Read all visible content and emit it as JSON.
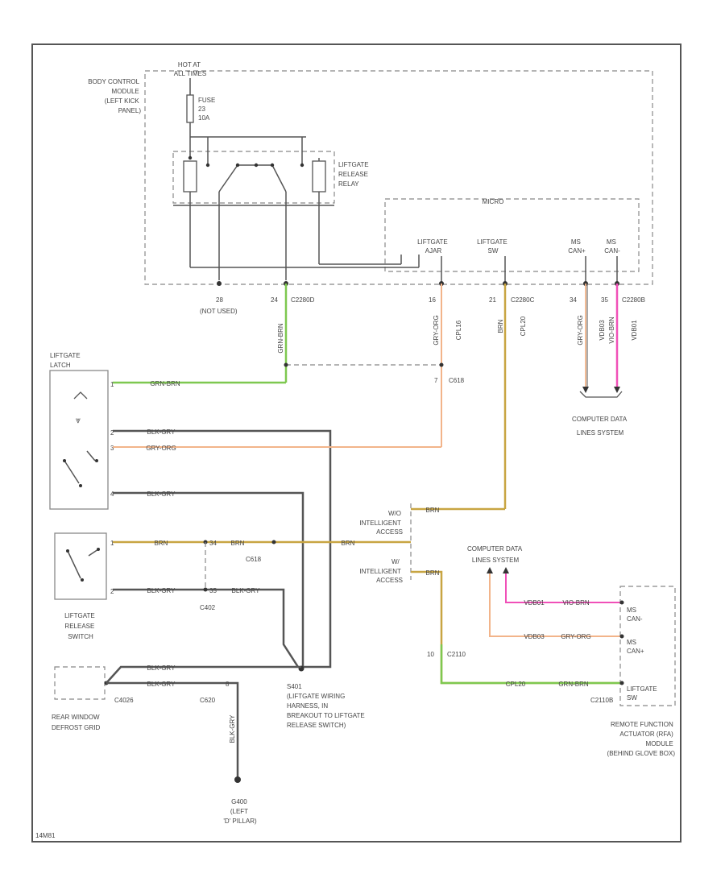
{
  "colors": {
    "green": "#7ec850",
    "orange": "#f2b48a",
    "tan": "#c8a542",
    "pink": "#f050b8",
    "gray": "#555555"
  },
  "labels": {
    "bcm": [
      "BODY CONTROL",
      "MODULE",
      "(LEFT KICK",
      "PANEL)"
    ],
    "hot": [
      "HOT AT",
      "ALL TIMES"
    ],
    "fuse": [
      "FUSE",
      "23",
      "10A"
    ],
    "relay": [
      "LIFTGATE",
      "RELEASE",
      "RELAY"
    ],
    "micro": "MICRO",
    "pin_liftgate_ajar": [
      "LIFTGATE",
      "AJAR"
    ],
    "pin_liftgate_sw": [
      "LIFTGATE",
      "SW"
    ],
    "pin_ms_can_h": [
      "MS",
      "CAN+"
    ],
    "pin_ms_can_l": [
      "MS",
      "CAN-"
    ],
    "pin28": "28",
    "not_used": "(NOT USED)",
    "pin24": "24",
    "c2280d": "C2280D",
    "pin16": "16",
    "pin21": "21",
    "c2280c": "C2280C",
    "pin34": "34",
    "pin35": "35",
    "c2280b": "C2280B",
    "wire_grn_brn": "GRN-BRN",
    "wire_ajar_v": "GRY-ORG",
    "wire_ajar_v2": "CPL16",
    "wire_sw_v": "BRN",
    "wire_sw_v2": "CPL20",
    "wire_can_l": "GRY-ORG",
    "wire_can_l2": "VDB03",
    "wire_can_h": "VIO-BRN",
    "wire_can_h2": "VDB01",
    "pin7": "7",
    "c618": "C618",
    "cdl": [
      "COMPUTER DATA",
      "LINES SYSTEM"
    ],
    "latch": [
      "LIFTGATE",
      "LATCH"
    ],
    "latch_pin1": "1",
    "latch_pin2": "2",
    "latch_pin3": "3",
    "latch_pin4": "4",
    "w_latch1": "GRN-BRN",
    "w_latch2": "BLK-GRY",
    "w_latch3": "GRY-ORG",
    "w_latch4": "BLK-GRY",
    "relsw": [
      "LIFTGATE",
      "RELEASE",
      "SWITCH"
    ],
    "relsw_pin1": "1",
    "relsw_pin2": "2",
    "w_rel1": "BRN",
    "w_rel2": "BLK-GRY",
    "c618b": "C618",
    "c402": "C402",
    "sp34": "34",
    "sp35": "35",
    "w_rel_b": "BRN",
    "w_rel_c": "BLK-GRY",
    "ia_w6": "W/O",
    "ia_w7": "W/",
    "ia_label1": [
      "INTELLIGENT",
      "ACCESS"
    ],
    "ia_label2": [
      "INTELLIGENT",
      "ACCESS"
    ],
    "w_ia1": "BRN",
    "w_ia2": "BRN",
    "w_ia3": "BRN",
    "cdl2": [
      "COMPUTER DATA",
      "LINES SYSTEM"
    ],
    "rfa_w1": "VDB01",
    "rfa_w1b": "VIO-BRN",
    "rfa_w2": "VDB03",
    "rfa_w2b": "GRY-ORG",
    "rfa_w3": "CPL20",
    "rfa_w3b": "GRN-BRN",
    "c2110": "C2110",
    "sp10": "10",
    "c2110b": "C2110B",
    "rfa_pin1": [
      "MS",
      "CAN-"
    ],
    "rfa_pin2": [
      "MS",
      "CAN+"
    ],
    "rfa_pin3": [
      "LIFTGATE",
      "SW"
    ],
    "rfa": [
      "REMOTE FUNCTION",
      "ACTUATOR (RFA)",
      "MODULE",
      "(BEHIND GLOVE BOX)"
    ],
    "s401": [
      "S401",
      "(LIFTGATE WIRING",
      "HARNESS, IN",
      "BREAKOUT TO LIFTGATE",
      "RELEASE SWITCH)"
    ],
    "defrost": [
      "REAR WINDOW",
      "DEFROST GRID"
    ],
    "c4026": "C4026",
    "c620": "C620",
    "w_def1": "BLK-GRY",
    "w_def2": "BLK-GRY",
    "w_def3": "BLK-GRY",
    "p8": "8",
    "g400": [
      "G400",
      "(LEFT",
      "'D' PILLAR)"
    ],
    "figid": "14M81"
  }
}
